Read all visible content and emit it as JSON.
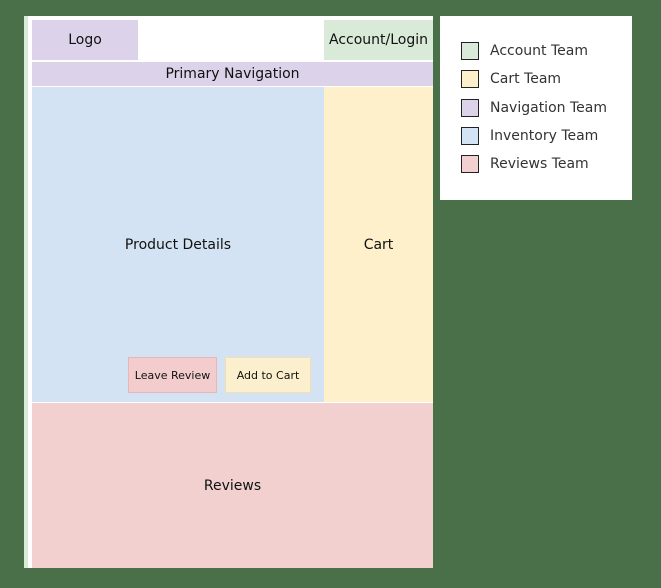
{
  "regions": {
    "logo": "Logo",
    "account": "Account/Login",
    "navigation": "Primary Navigation",
    "product": "Product Details",
    "cart": "Cart",
    "reviews": "Reviews"
  },
  "buttons": {
    "leave_review": "Leave Review",
    "add_to_cart": "Add to Cart"
  },
  "legend": [
    {
      "label": "Account Team",
      "color": "#d9ead8"
    },
    {
      "label": "Cart Team",
      "color": "#fdf0cb"
    },
    {
      "label": "Navigation Team",
      "color": "#dcd3ea"
    },
    {
      "label": "Inventory Team",
      "color": "#d3e3f3"
    },
    {
      "label": "Reviews Team",
      "color": "#f3d0d0"
    }
  ]
}
